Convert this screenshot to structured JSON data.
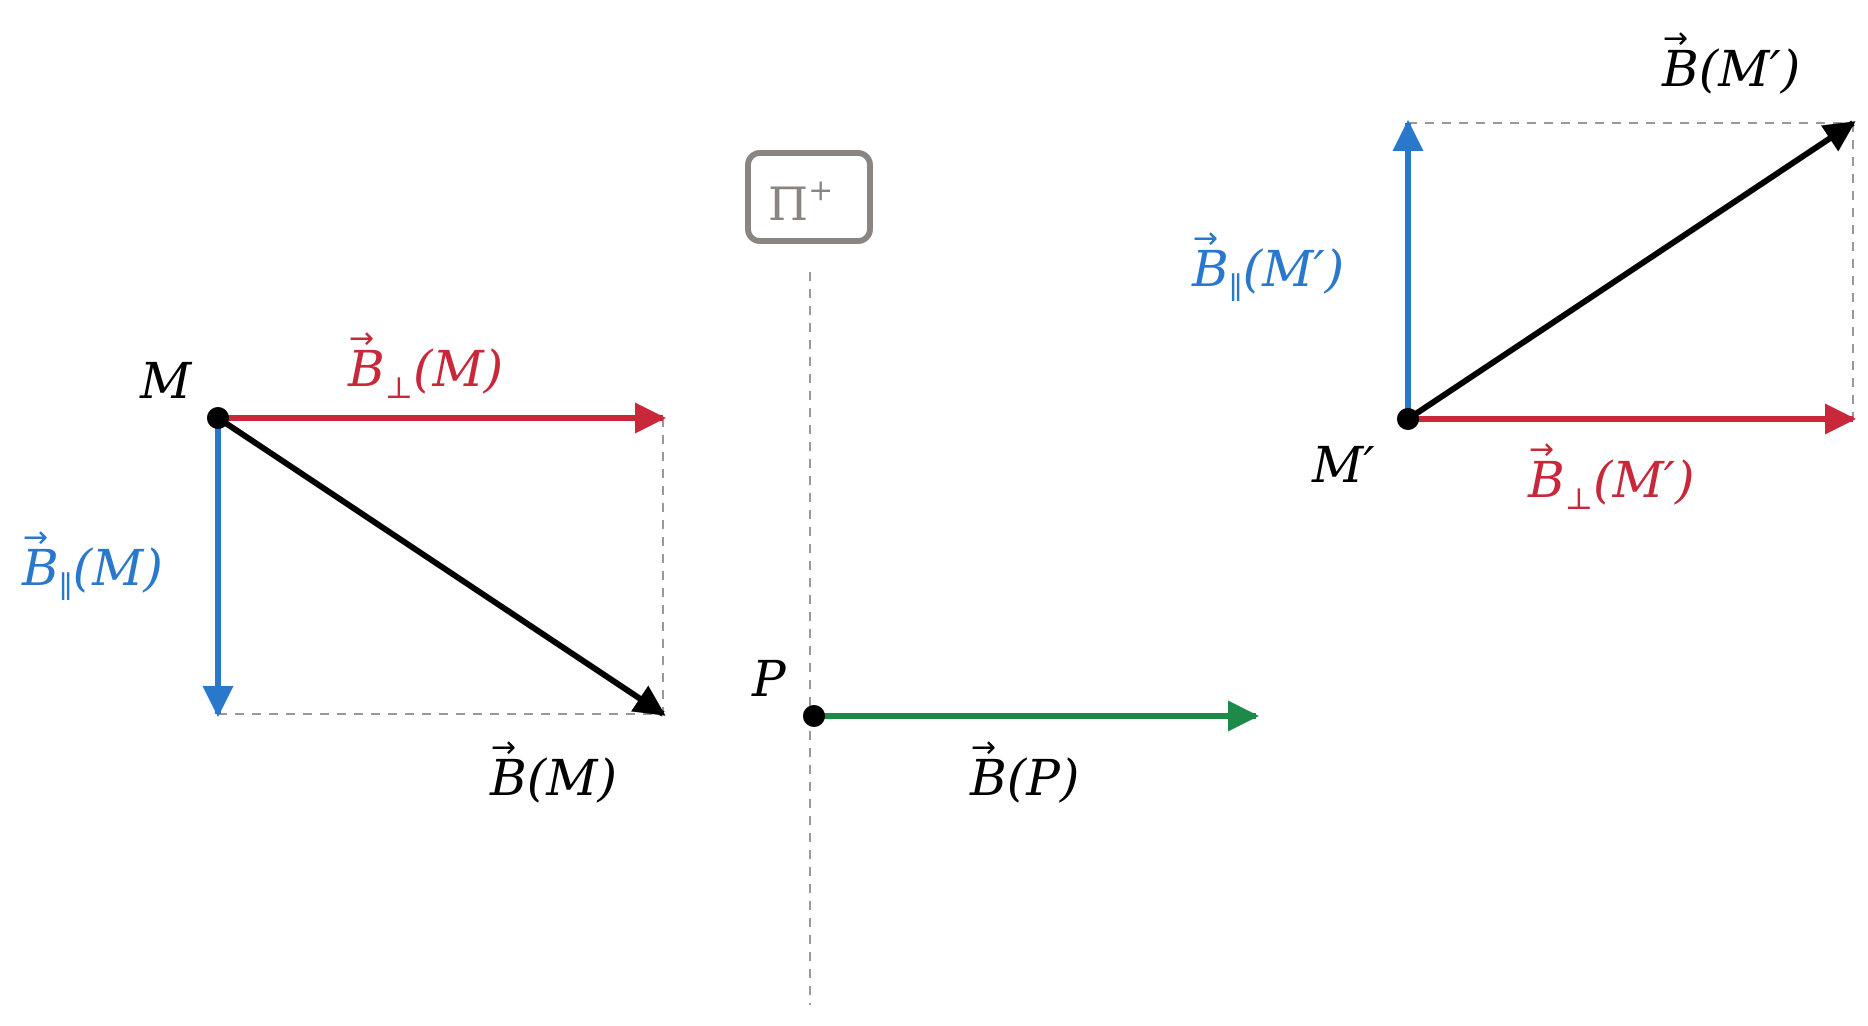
{
  "colors": {
    "field": "#000000",
    "perpendicular": "#c8283a",
    "parallel": "#2a78cc",
    "p_vector": "#1d8a4a",
    "construction": "#999999",
    "plane": "#8a8581"
  },
  "plane": {
    "label": "Π",
    "sup": "+"
  },
  "points": {
    "m": "M",
    "m_prime": "M′",
    "p": "P"
  },
  "vectors": {
    "b_m": {
      "base": "B",
      "sub": "",
      "arg": "(M)"
    },
    "b_perp_m": {
      "base": "B",
      "sub": "⊥",
      "arg": "(M)"
    },
    "b_par_m": {
      "base": "B",
      "sub": "∥",
      "arg": "(M)"
    },
    "b_p": {
      "base": "B",
      "sub": "",
      "arg": "(P)"
    },
    "b_m_prime": {
      "base": "B",
      "sub": "",
      "arg": "(M′)"
    },
    "b_par_m_prime": {
      "base": "B",
      "sub": "∥",
      "arg": "(M′)"
    },
    "b_perp_m_prime": {
      "base": "B",
      "sub": "⊥",
      "arg": "(M′)"
    }
  }
}
